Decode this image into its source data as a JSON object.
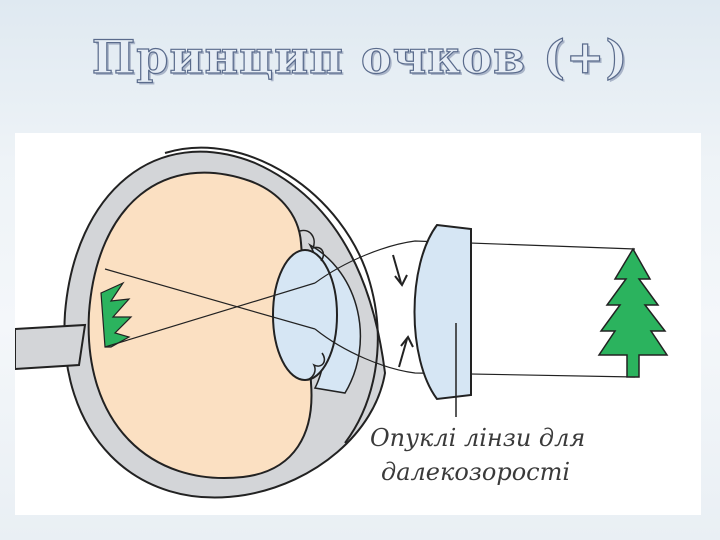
{
  "title": "Принцип очков (+)",
  "caption": {
    "line1": "Опуклі лінзи для",
    "line2": "далекозорості"
  },
  "colors": {
    "eyeball_fill": "#fbe0c2",
    "lens_fill": "#d6e6f4",
    "sclera_fill": "#d3d5d8",
    "tree_fill": "#2bb35e",
    "outline": "#222222"
  },
  "icons": {
    "tree": "tree-icon",
    "arrow": "arrow-icon"
  }
}
